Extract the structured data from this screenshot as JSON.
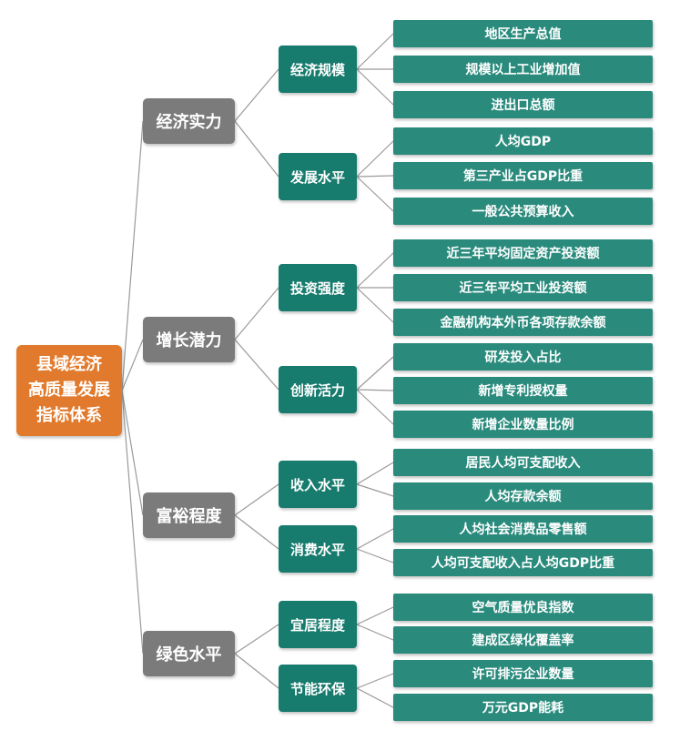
{
  "colors": {
    "root_fill": "#e17a2d",
    "level1_fill": "#7b7b7b",
    "level2_fill": "#177b6e",
    "leaf_fill": "#2a8b7d",
    "connector": "#9a9a9a"
  },
  "root": {
    "label": "县域经济\n高质量发展\n指标体系"
  },
  "dimensions": [
    {
      "label": "经济实力",
      "groups": [
        {
          "label": "经济规模",
          "indicators": [
            "地区生产总值",
            "规模以上工业增加值",
            "进出口总额"
          ]
        },
        {
          "label": "发展水平",
          "indicators": [
            "人均GDP",
            "第三产业占GDP比重",
            "一般公共预算收入"
          ]
        }
      ]
    },
    {
      "label": "增长潜力",
      "groups": [
        {
          "label": "投资强度",
          "indicators": [
            "近三年平均固定资产投资额",
            "近三年平均工业投资额",
            "金融机构本外币各项存款余额"
          ]
        },
        {
          "label": "创新活力",
          "indicators": [
            "研发投入占比",
            "新增专利授权量",
            "新增企业数量比例"
          ]
        }
      ]
    },
    {
      "label": "富裕程度",
      "groups": [
        {
          "label": "收入水平",
          "indicators": [
            "居民人均可支配收入",
            "人均存款余额"
          ]
        },
        {
          "label": "消费水平",
          "indicators": [
            "人均社会消费品零售额",
            "人均可支配收入占人均GDP比重"
          ]
        }
      ]
    },
    {
      "label": "绿色水平",
      "groups": [
        {
          "label": "宜居程度",
          "indicators": [
            "空气质量优良指数",
            "建成区绿化覆盖率"
          ]
        },
        {
          "label": "节能环保",
          "indicators": [
            "许可排污企业数量",
            "万元GDP能耗"
          ]
        }
      ]
    }
  ]
}
